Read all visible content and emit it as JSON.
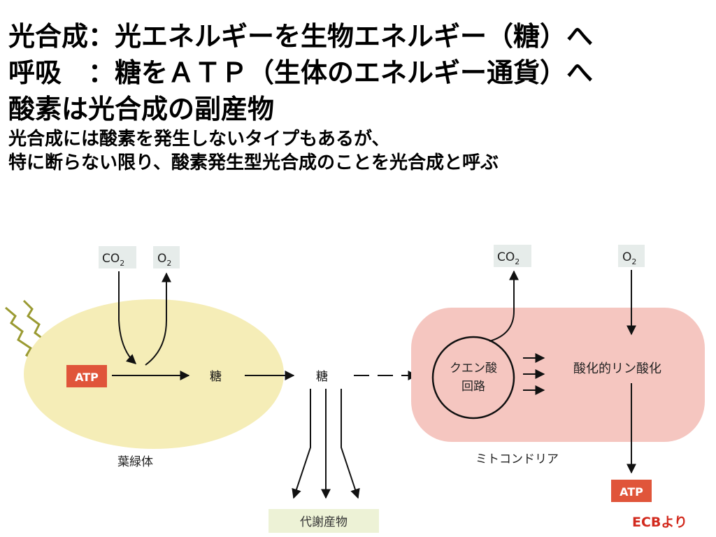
{
  "heading": {
    "line1": "光合成：光エネルギーを生物エネルギー（糖）へ",
    "line2_label": "呼吸　：",
    "line2_text": "糖をＡＴＰ（生体のエネルギー通貨）へ",
    "line3": "酸素は光合成の副産物",
    "sub1": "光合成には酸素を発生しないタイプもあるが、",
    "sub2": "特に断らない限り、酸素発生型光合成のことを光合成と呼ぶ"
  },
  "diagram": {
    "chloroplast": {
      "label": "葉緑体",
      "co2_base": "CO",
      "co2_sub": "2",
      "o2_base": "O",
      "o2_sub": "2",
      "atp": "ATP",
      "sugar": "糖"
    },
    "middle": {
      "sugar": "糖",
      "metabolites": "代謝産物"
    },
    "mitochondria": {
      "label": "ミトコンドリア",
      "cycle_line1": "クエン酸",
      "cycle_line2": "回路",
      "oxphos": "酸化的リン酸化",
      "co2_base": "CO",
      "co2_sub": "2",
      "o2_base": "O",
      "o2_sub": "2",
      "atp": "ATP"
    },
    "colors": {
      "chloroplast_fill": "#f5edb7",
      "mitochondria_fill": "#f5c6c0",
      "atp_fill": "#e0553a",
      "gas_box_fill": "#e6ecea",
      "metabolite_box_fill": "#edf2d6"
    }
  },
  "source": "ECBより"
}
